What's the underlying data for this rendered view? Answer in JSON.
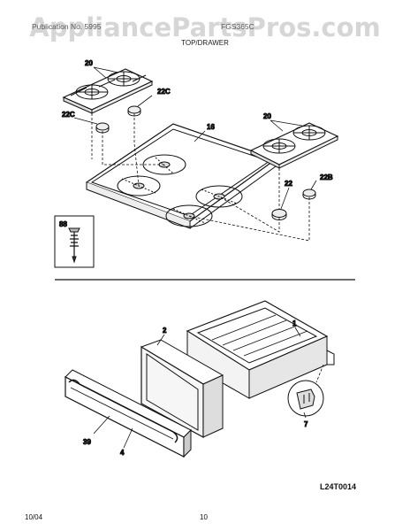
{
  "watermark": "AppliancePartsPros.com",
  "header": {
    "left": "Publication No. 5995",
    "right": "FGS365C"
  },
  "subtitle": "TOP/DRAWER",
  "labels": {
    "grate_left": "20",
    "grate_right": "20",
    "cap_22c_a": "22C",
    "cap_22c_b": "22C",
    "cooktop": "16",
    "cap_22": "22",
    "cap_22b": "22B",
    "orifice": "88",
    "drawer": "1",
    "panel": "2",
    "clip": "7",
    "handle": "39",
    "front": "4"
  },
  "footer": {
    "diagram_code": "L24T0014",
    "date": "10/04",
    "page": "10"
  }
}
